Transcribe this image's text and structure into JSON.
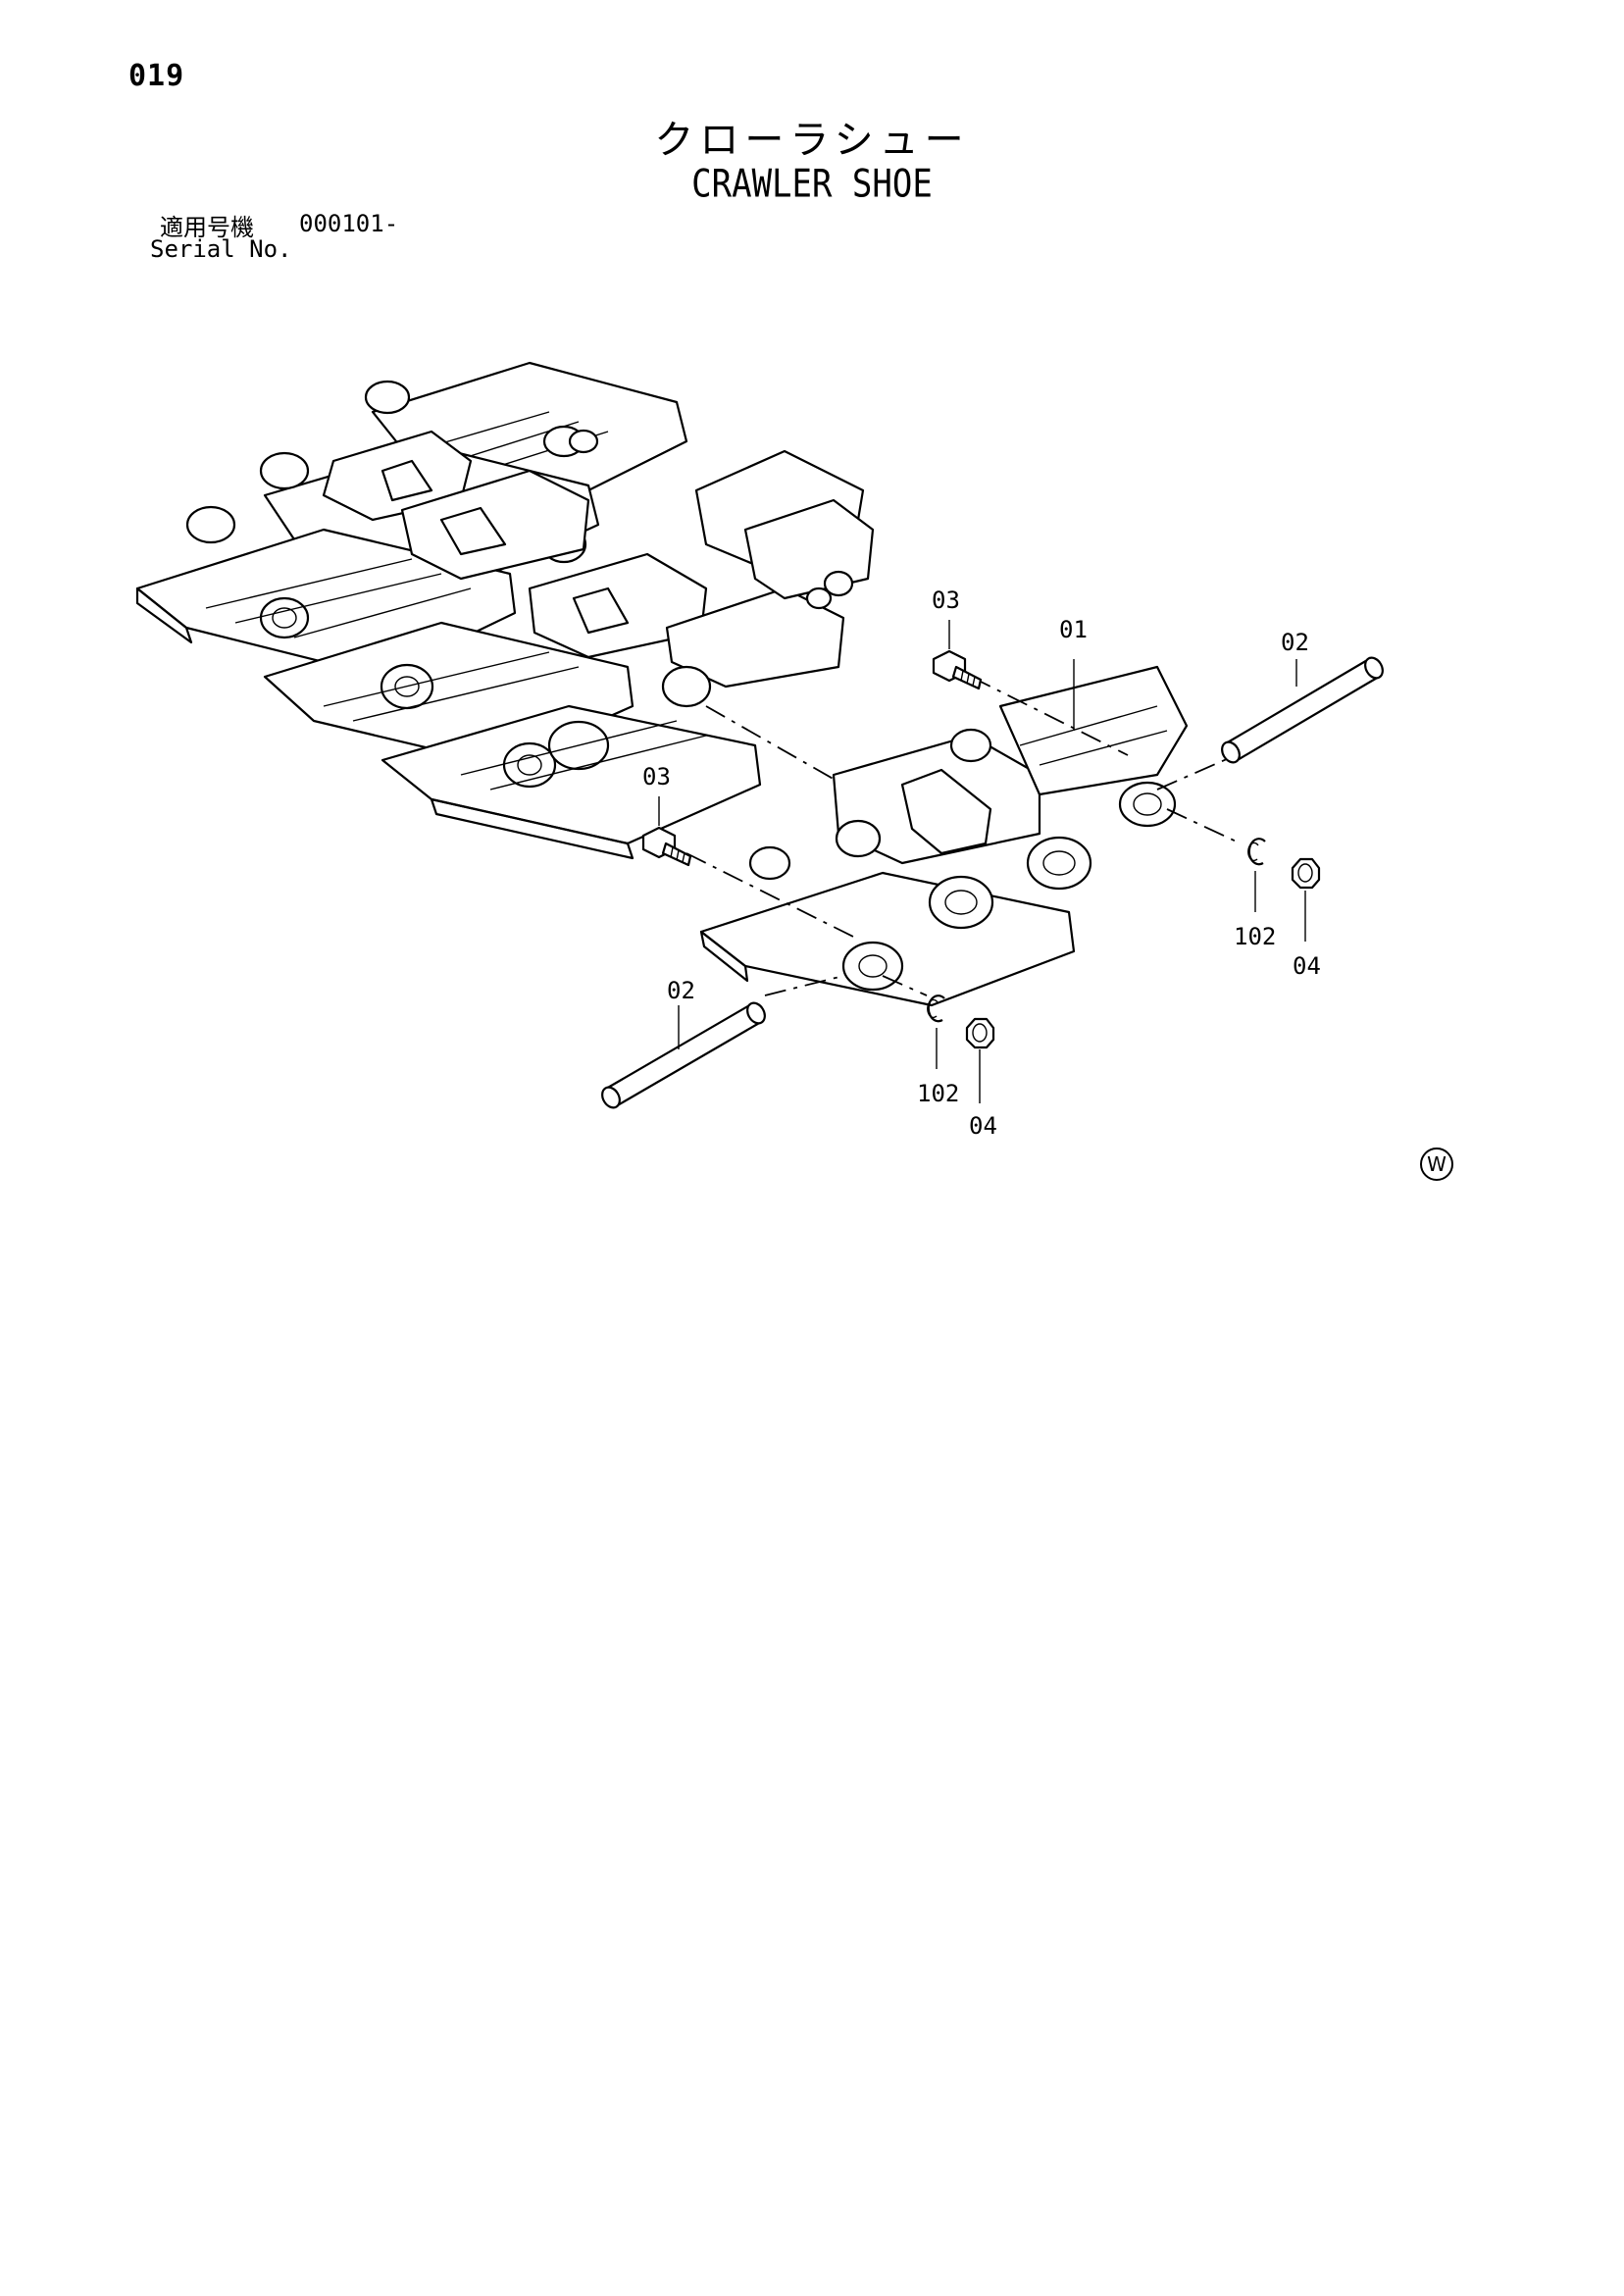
{
  "page": {
    "page_number": "019",
    "title_jp": "クローラシュー",
    "title_en": "CRAWLER SHOE"
  },
  "serial": {
    "label_jp": "適用号機",
    "range": "000101-",
    "label_en": "Serial No."
  },
  "callouts": {
    "link_assembly": "01",
    "pin_right": "02",
    "pin_left": "02",
    "bolt_upper": "03",
    "bolt_lower": "03",
    "nut_right": "04",
    "nut_lower": "04",
    "snap_ring_right": "102",
    "snap_ring_lower": "102"
  },
  "revision_mark": "W"
}
